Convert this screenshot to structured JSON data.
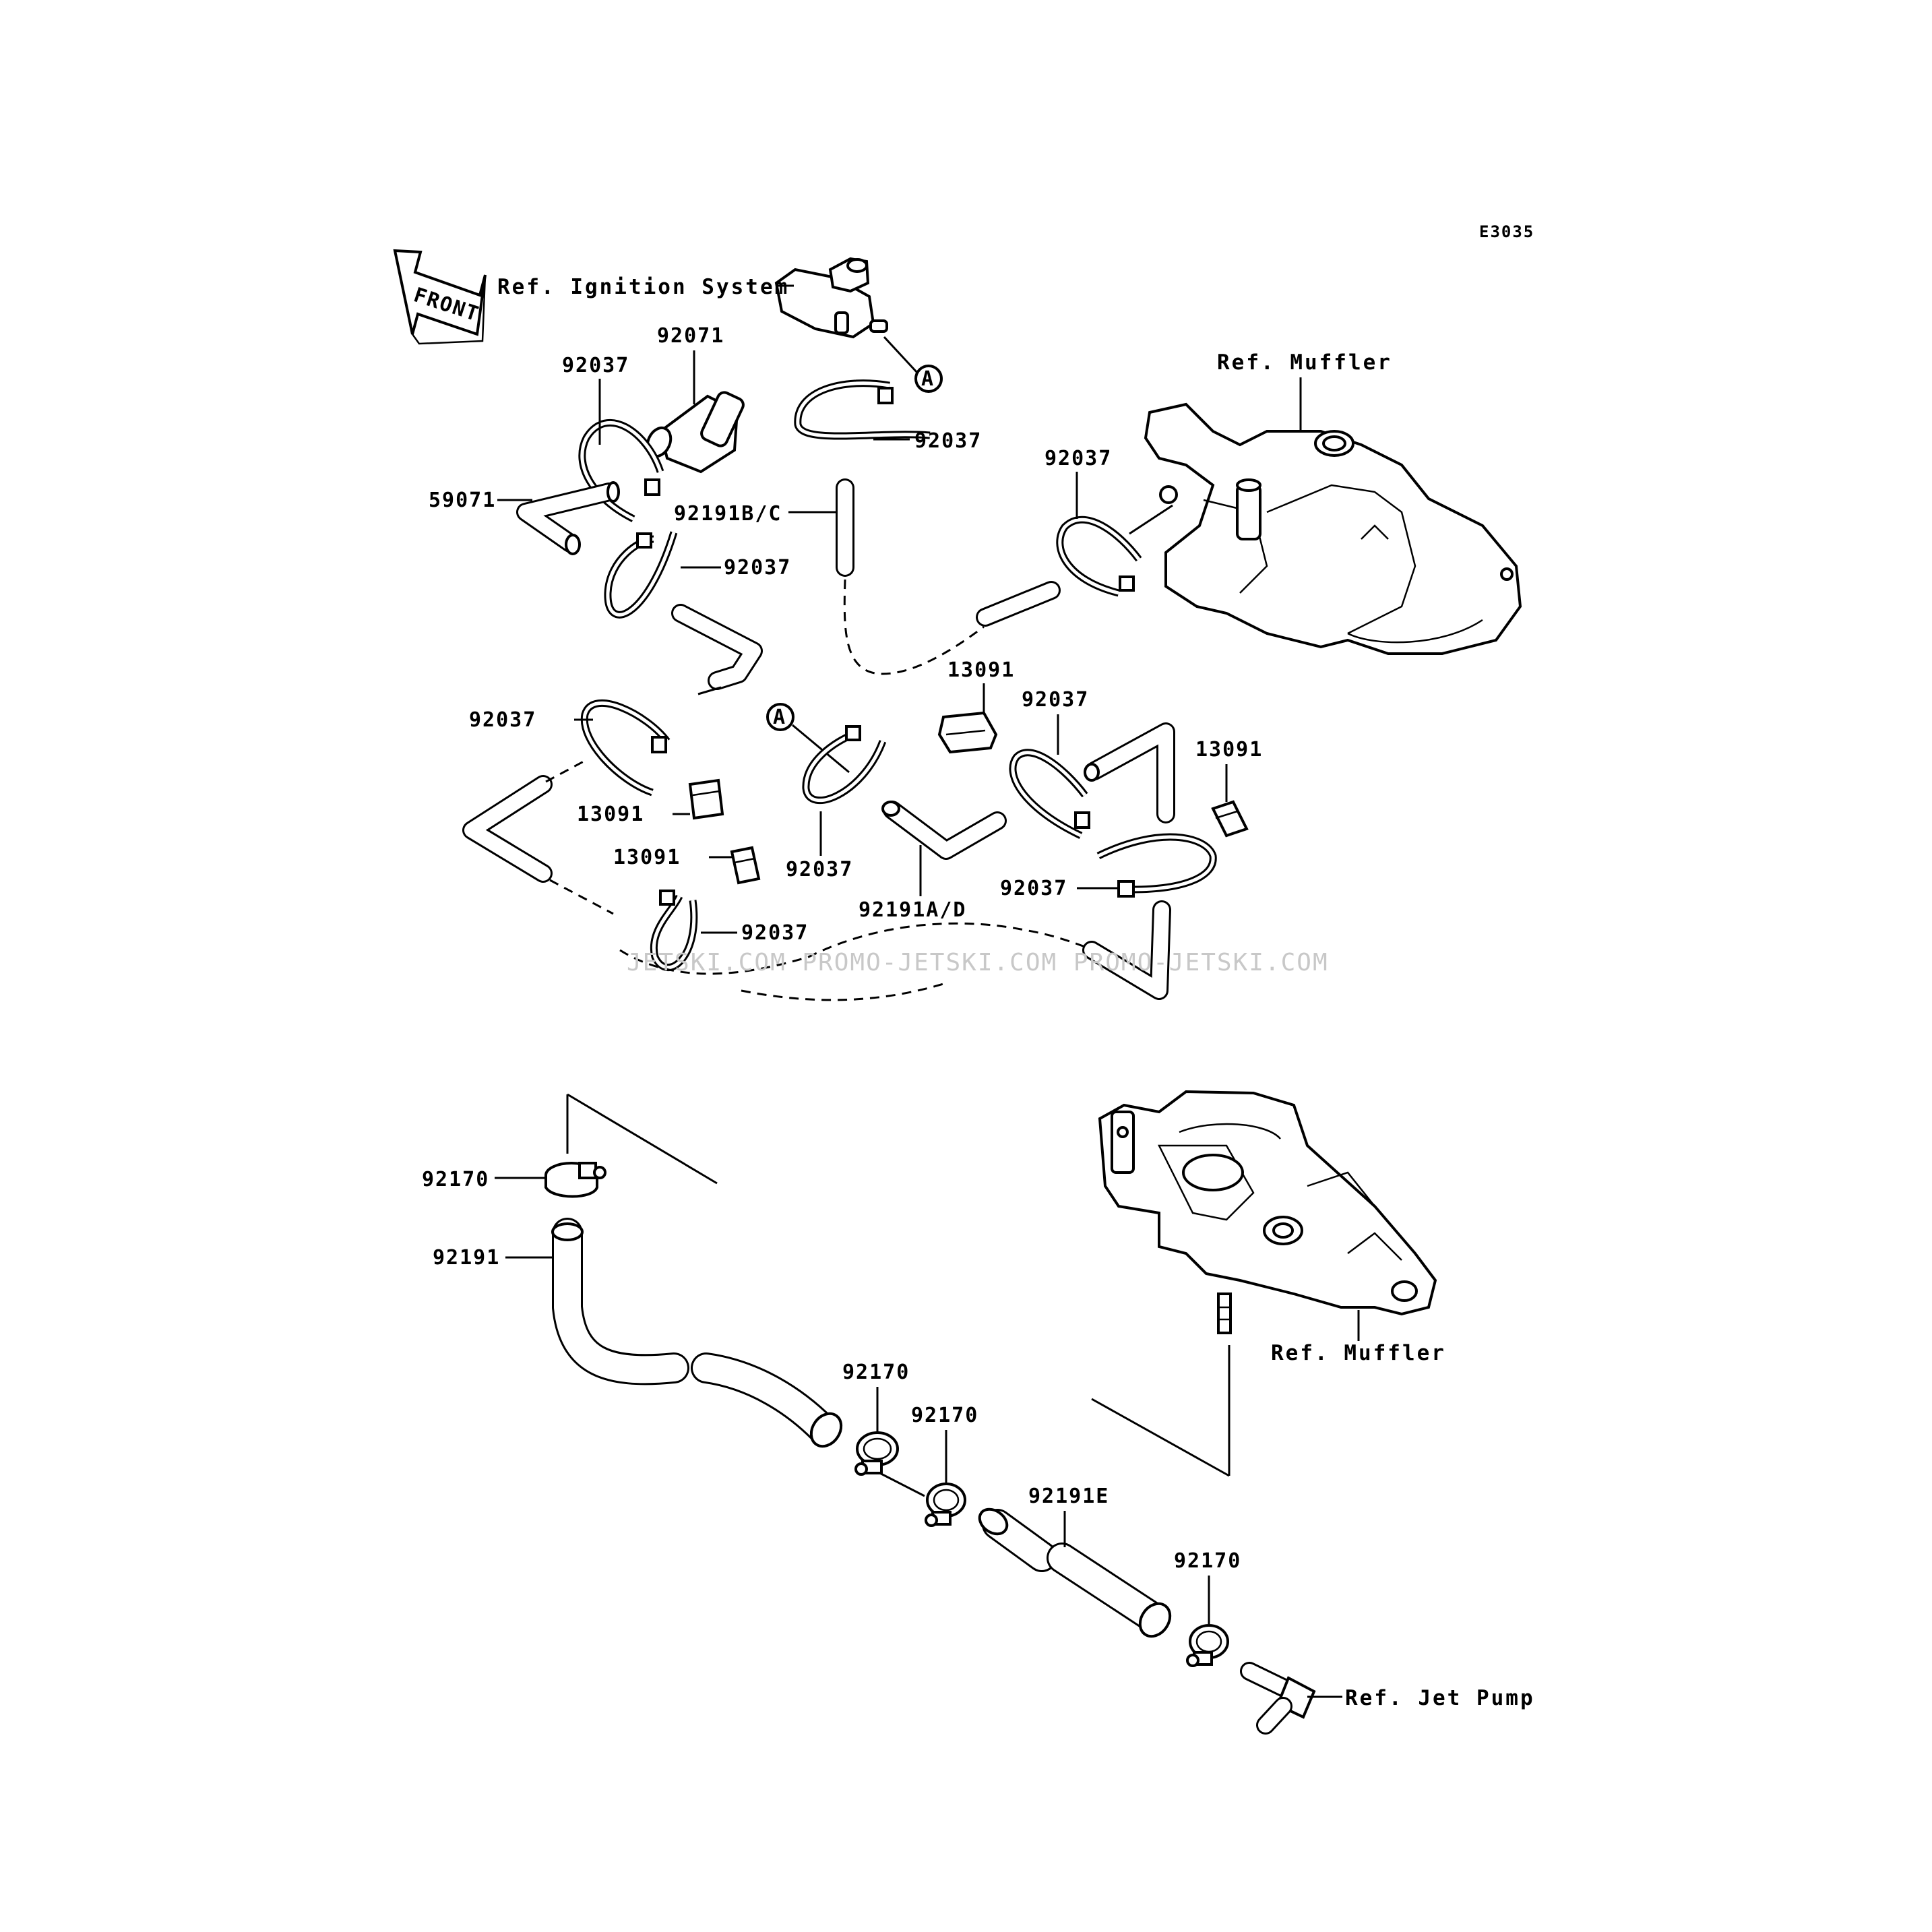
{
  "diagram_code": "E3035",
  "front_label": "FRONT",
  "callout_letter": "A",
  "watermark": "JETSKI.COM  PROMO-JETSKI.COM  PROMO-JETSKI.COM",
  "references": {
    "ignition": "Ref. Ignition System",
    "muffler_top": "Ref. Muffler",
    "muffler_bottom": "Ref. Muffler",
    "jet_pump": "Ref. Jet Pump"
  },
  "parts": {
    "clamp_band": "92037",
    "fitting": "92071",
    "elbow_fitting": "59071",
    "hose_bc": "92191B/C",
    "hose_ad": "92191A/D",
    "hose_e": "92191E",
    "hose": "92191",
    "cap": "13091",
    "hose_clamp": "92170"
  }
}
